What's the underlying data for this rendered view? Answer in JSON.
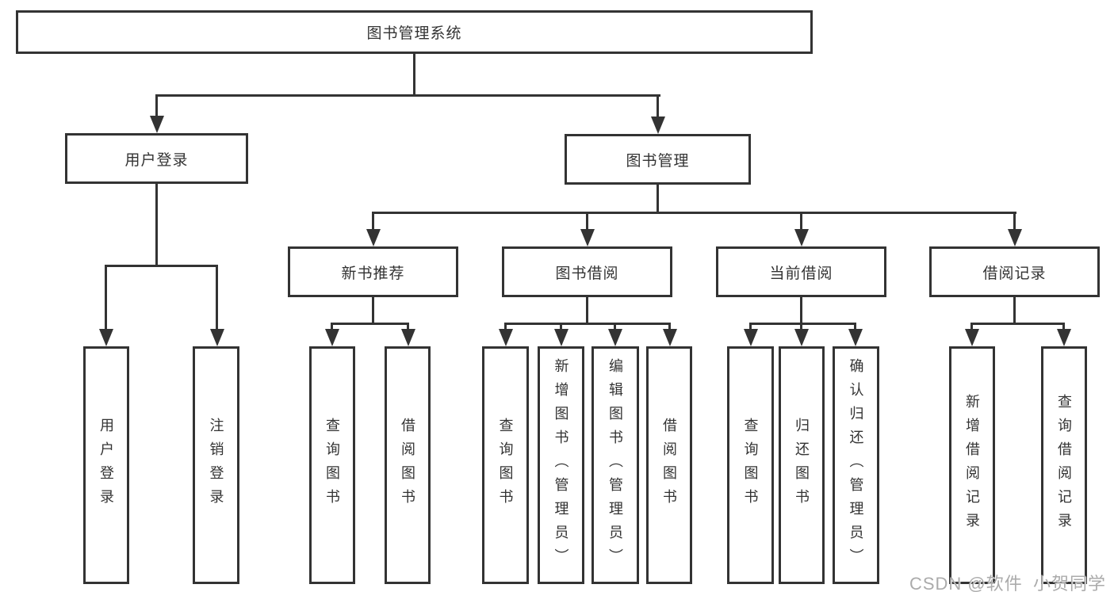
{
  "diagram": {
    "root_label": "图书管理系统",
    "level2": [
      {
        "label": "用户登录"
      },
      {
        "label": "图书管理"
      }
    ],
    "level3": [
      {
        "label": "新书推荐"
      },
      {
        "label": "图书借阅"
      },
      {
        "label": "当前借阅"
      },
      {
        "label": "借阅记录"
      }
    ],
    "leaves": {
      "login": [
        "用户登录",
        "注销登录"
      ],
      "newbook": [
        "查询图书",
        "借阅图书"
      ],
      "borrow": [
        "查询图书",
        "新增图书（管理员）",
        "编辑图书（管理员）",
        "借阅图书"
      ],
      "current": [
        "查询图书",
        "归还图书",
        "确认归还（管理员）"
      ],
      "record": [
        "新增借阅记录",
        "查询借阅记录"
      ]
    },
    "watermark": "CSDN @软件_小贺同学",
    "colors": {
      "line": "#333333",
      "text": "#333333",
      "box_background": "#ffffff",
      "page_background": "#ffffff",
      "watermark": "#ababab"
    }
  }
}
